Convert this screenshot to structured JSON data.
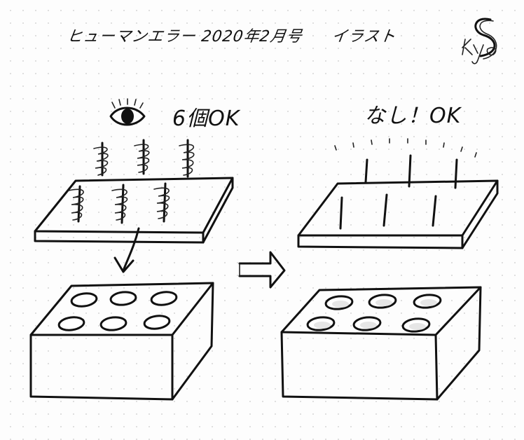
{
  "header": {
    "title": "ヒューマンエラー",
    "issue": "2020年2月号",
    "credit": "イラスト"
  },
  "signature": {
    "icon": "kyo-signature-icon",
    "text": "Kyo S"
  },
  "left_panel": {
    "label": "6個OK",
    "eye_icon": "eye-icon"
  },
  "transition": {
    "icon": "double-arrow-right-icon"
  },
  "right_panel": {
    "label": "なし！OK"
  },
  "colors": {
    "ink": "#111111",
    "paper": "#fdfdfd",
    "grid_dots": "#d9d9d9"
  }
}
